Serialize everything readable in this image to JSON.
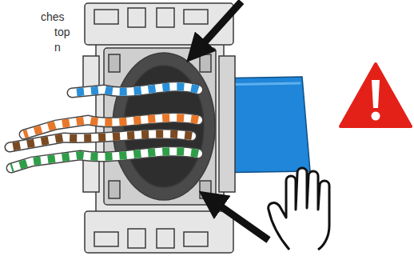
{
  "diagram": {
    "labels": [
      "ches",
      "top",
      "n"
    ]
  }
}
